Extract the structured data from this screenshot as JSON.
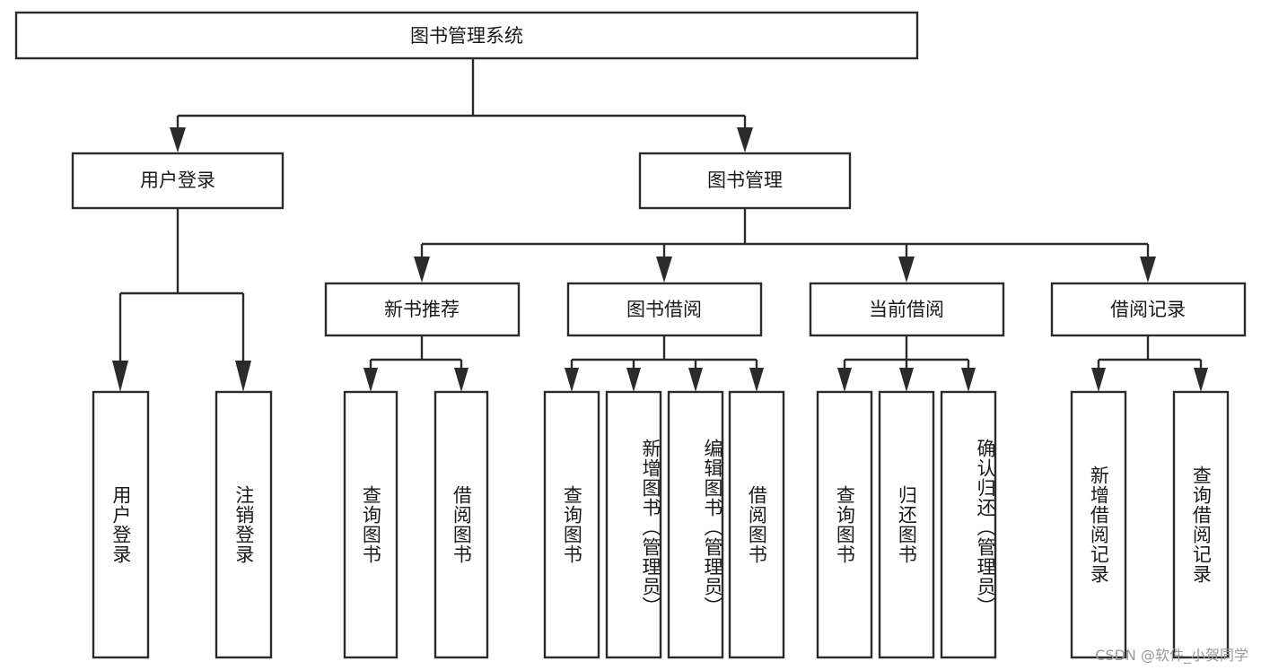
{
  "diagram": {
    "title": "图书管理系统",
    "type": "tree-hierarchy-flowchart",
    "root": {
      "label": "图书管理系统"
    },
    "level2": [
      {
        "label": "用户登录"
      },
      {
        "label": "图书管理"
      }
    ],
    "level3": [
      {
        "label": "新书推荐",
        "parent": "图书管理"
      },
      {
        "label": "图书借阅",
        "parent": "图书管理"
      },
      {
        "label": "当前借阅",
        "parent": "图书管理"
      },
      {
        "label": "借阅记录",
        "parent": "图书管理"
      }
    ],
    "leaves_user_login": [
      {
        "label": "用户登录"
      },
      {
        "label": "注销登录"
      }
    ],
    "leaves_new_book": [
      {
        "label": "查询图书"
      },
      {
        "label": "借阅图书"
      }
    ],
    "leaves_borrow": [
      {
        "label": "查询图书"
      },
      {
        "label": "新增图书（管理员）"
      },
      {
        "label": "编辑图书（管理员）"
      },
      {
        "label": "借阅图书"
      }
    ],
    "leaves_current": [
      {
        "label": "查询图书"
      },
      {
        "label": "归还图书"
      },
      {
        "label": "确认归还（管理员）"
      }
    ],
    "leaves_records": [
      {
        "label": "新增借阅记录"
      },
      {
        "label": "查询借阅记录"
      }
    ]
  },
  "watermark": {
    "text": "CSDN @软件_小贺同学"
  },
  "colors": {
    "stroke": "#2b2b2b",
    "fill": "#ffffff",
    "text": "#1a1a1a",
    "watermark": "#9a9a9a"
  }
}
